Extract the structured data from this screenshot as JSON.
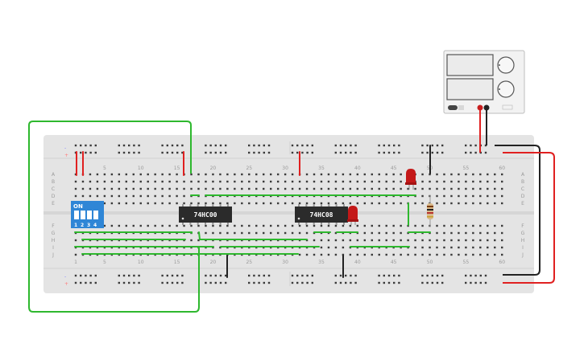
{
  "breadboard": {
    "columns": 60,
    "column_numbers": [
      "1",
      "5",
      "10",
      "15",
      "20",
      "25",
      "30",
      "35",
      "40",
      "45",
      "50",
      "55",
      "60"
    ],
    "top_column_numbers": [
      "5",
      "10",
      "15",
      "20",
      "25",
      "30",
      "35",
      "40",
      "45",
      "50",
      "55",
      "60"
    ],
    "row_letters_top": [
      "A",
      "B",
      "C",
      "D",
      "E"
    ],
    "row_letters_bottom": [
      "F",
      "G",
      "H",
      "I",
      "J"
    ],
    "rail_signs": [
      "-",
      "+"
    ]
  },
  "chips": [
    {
      "label": "74HC00"
    },
    {
      "label": "74HC08"
    }
  ],
  "dip_switch": {
    "label": "ON",
    "numbers": [
      "1",
      "2",
      "3",
      "4"
    ]
  },
  "colors": {
    "board": "#e4e4e4",
    "hole": "#3a3a3a",
    "wire_green": "#2eb82e",
    "wire_red": "#e02020",
    "wire_black": "#222222",
    "chip": "#2b2b2b",
    "dip": "#2f86d6",
    "led": "#c41818"
  },
  "icons": {
    "power_supply": "power-supply-icon",
    "led": "led-icon",
    "resistor": "resistor-icon"
  }
}
